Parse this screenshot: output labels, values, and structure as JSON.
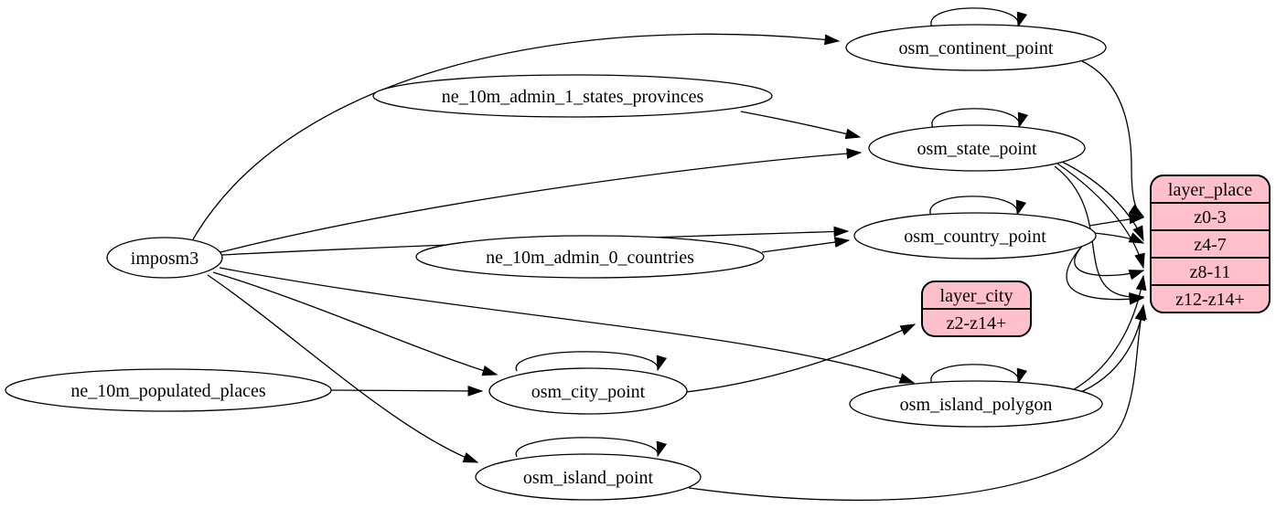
{
  "diagram": {
    "kind": "etl-dataflow-graph",
    "colors": {
      "node_fill": "#ffffff",
      "record_fill": "#ffc0cb",
      "stroke": "#000000",
      "text": "#000000"
    },
    "nodes": [
      {
        "id": "imposm3",
        "shape": "ellipse",
        "label": "imposm3"
      },
      {
        "id": "ne_10m_admin_1_states_provinces",
        "shape": "ellipse",
        "label": "ne_10m_admin_1_states_provinces"
      },
      {
        "id": "ne_10m_admin_0_countries",
        "shape": "ellipse",
        "label": "ne_10m_admin_0_countries"
      },
      {
        "id": "ne_10m_populated_places",
        "shape": "ellipse",
        "label": "ne_10m_populated_places"
      },
      {
        "id": "osm_continent_point",
        "shape": "ellipse",
        "label": "osm_continent_point"
      },
      {
        "id": "osm_state_point",
        "shape": "ellipse",
        "label": "osm_state_point"
      },
      {
        "id": "osm_country_point",
        "shape": "ellipse",
        "label": "osm_country_point"
      },
      {
        "id": "osm_city_point",
        "shape": "ellipse",
        "label": "osm_city_point"
      },
      {
        "id": "osm_island_polygon",
        "shape": "ellipse",
        "label": "osm_island_polygon"
      },
      {
        "id": "osm_island_point",
        "shape": "ellipse",
        "label": "osm_island_point"
      },
      {
        "id": "layer_city",
        "shape": "record",
        "header": "layer_city",
        "rows": [
          "z2-z14+"
        ]
      },
      {
        "id": "layer_place",
        "shape": "record",
        "header": "layer_place",
        "rows": [
          "z0-3",
          "z4-7",
          "z8-11",
          "z12-z14+"
        ]
      }
    ],
    "edges": [
      {
        "from": "imposm3",
        "to": "osm_continent_point"
      },
      {
        "from": "imposm3",
        "to": "osm_state_point"
      },
      {
        "from": "imposm3",
        "to": "osm_country_point"
      },
      {
        "from": "imposm3",
        "to": "osm_city_point"
      },
      {
        "from": "imposm3",
        "to": "osm_island_polygon"
      },
      {
        "from": "imposm3",
        "to": "osm_island_point"
      },
      {
        "from": "ne_10m_admin_1_states_provinces",
        "to": "osm_state_point"
      },
      {
        "from": "ne_10m_admin_0_countries",
        "to": "osm_country_point"
      },
      {
        "from": "ne_10m_populated_places",
        "to": "osm_city_point"
      },
      {
        "from": "osm_continent_point",
        "to": "osm_continent_point"
      },
      {
        "from": "osm_state_point",
        "to": "osm_state_point"
      },
      {
        "from": "osm_country_point",
        "to": "osm_country_point"
      },
      {
        "from": "osm_city_point",
        "to": "osm_city_point"
      },
      {
        "from": "osm_island_polygon",
        "to": "osm_island_polygon"
      },
      {
        "from": "osm_island_point",
        "to": "osm_island_point"
      },
      {
        "from": "osm_continent_point",
        "to": "layer_place",
        "port": "z0-3"
      },
      {
        "from": "osm_country_point",
        "to": "layer_place",
        "port": "z0-3"
      },
      {
        "from": "osm_country_point",
        "to": "layer_place",
        "port": "z4-7"
      },
      {
        "from": "osm_country_point",
        "to": "layer_place",
        "port": "z8-11"
      },
      {
        "from": "osm_country_point",
        "to": "layer_place",
        "port": "z12-z14+"
      },
      {
        "from": "osm_state_point",
        "to": "layer_place",
        "port": "z4-7"
      },
      {
        "from": "osm_state_point",
        "to": "layer_place",
        "port": "z8-11"
      },
      {
        "from": "osm_state_point",
        "to": "layer_place",
        "port": "z12-z14+"
      },
      {
        "from": "osm_island_polygon",
        "to": "layer_place",
        "port": "z8-11"
      },
      {
        "from": "osm_island_polygon",
        "to": "layer_place",
        "port": "z12-z14+"
      },
      {
        "from": "osm_island_point",
        "to": "layer_place",
        "port": "z12-z14+"
      },
      {
        "from": "osm_city_point",
        "to": "layer_city",
        "port": "z2-z14+"
      }
    ]
  }
}
